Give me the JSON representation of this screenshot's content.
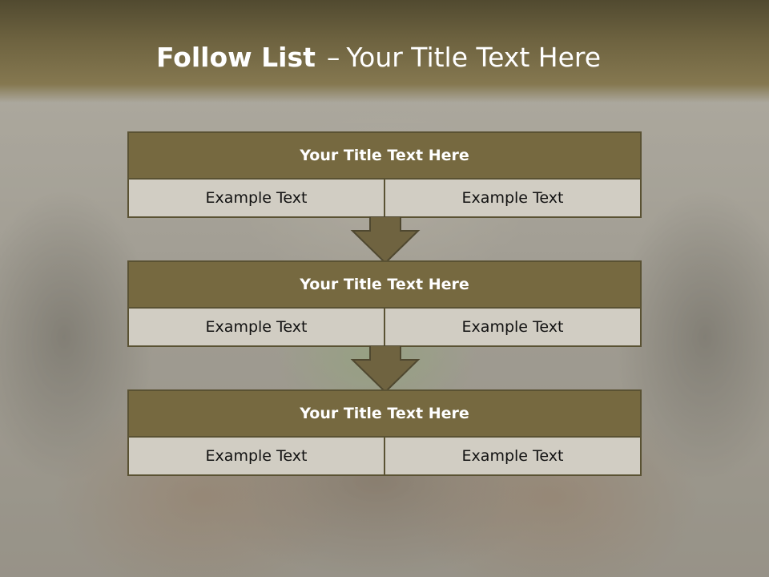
{
  "slide": {
    "title_bold": "Follow List",
    "title_sep": "–",
    "title_rest": "Your Title Text Here"
  },
  "blocks": [
    {
      "title": "Your Title Text Here",
      "left": "Example Text",
      "right": "Example Text"
    },
    {
      "title": "Your Title Text Here",
      "left": "Example Text",
      "right": "Example Text"
    },
    {
      "title": "Your Title Text Here",
      "left": "Example Text",
      "right": "Example Text"
    }
  ],
  "colors": {
    "header": "#6e6340",
    "block_title": "#766940",
    "cell": "#d1cdc3",
    "arrow": "#6f6340"
  }
}
